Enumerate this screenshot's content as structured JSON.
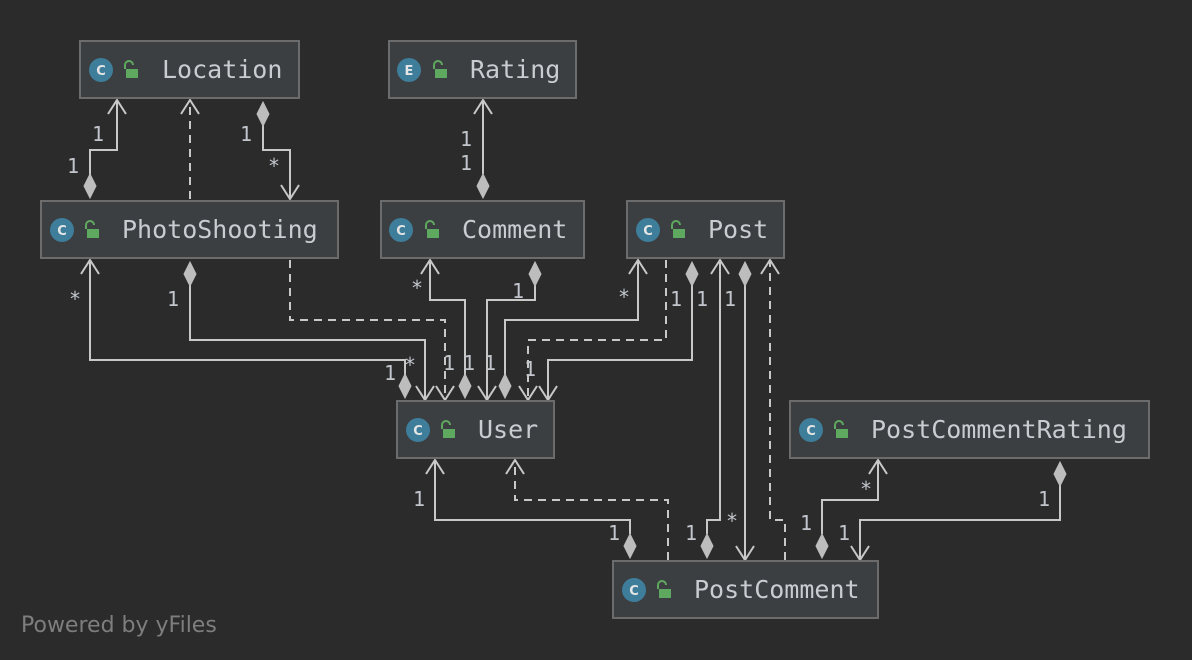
{
  "colors": {
    "background": "#2b2b2b",
    "node_fill": "#3c3f41",
    "node_border": "#6c6c6c",
    "class_badge": "#3e7e9b",
    "access_icon": "#5fa85f",
    "edge": "#c8c8c8"
  },
  "nodes": {
    "location": {
      "label": "Location",
      "badge": "C",
      "icon": "class-icon"
    },
    "rating": {
      "label": "Rating",
      "badge": "E",
      "icon": "enum-icon"
    },
    "photoshooting": {
      "label": "PhotoShooting",
      "badge": "C",
      "icon": "class-icon"
    },
    "comment": {
      "label": "Comment",
      "badge": "C",
      "icon": "class-icon"
    },
    "post": {
      "label": "Post",
      "badge": "C",
      "icon": "class-icon"
    },
    "user": {
      "label": "User",
      "badge": "C",
      "icon": "class-icon"
    },
    "postcommentrating": {
      "label": "PostCommentRating",
      "badge": "C",
      "icon": "class-icon"
    },
    "postcomment": {
      "label": "PostComment",
      "badge": "C",
      "icon": "class-icon"
    }
  },
  "multiplicities": {
    "loc_ps_1a": "1",
    "loc_ps_1b": "1",
    "loc_ps_1c": "1",
    "loc_ps_star": "*",
    "rating_1a": "1",
    "rating_1b": "1",
    "ps_user_star": "*",
    "ps_user_1": "1",
    "comment_user_star": "*",
    "comment_user_1": "1",
    "post_user_star": "*",
    "post_1a": "1",
    "post_1b": "1",
    "post_1c": "1",
    "user_1_star": "*",
    "user_1a": "1",
    "user_1b": "1",
    "user_1c": "1",
    "user_1d": "1",
    "user_1e": "1",
    "user_pc_1a": "1",
    "user_pc_1b": "1",
    "pc_1c": "1",
    "pc_star": "*",
    "pc_1d": "1",
    "pc_1e": "1",
    "pcr_star": "*",
    "pcr_1": "1"
  },
  "footer": "Powered by yFiles"
}
